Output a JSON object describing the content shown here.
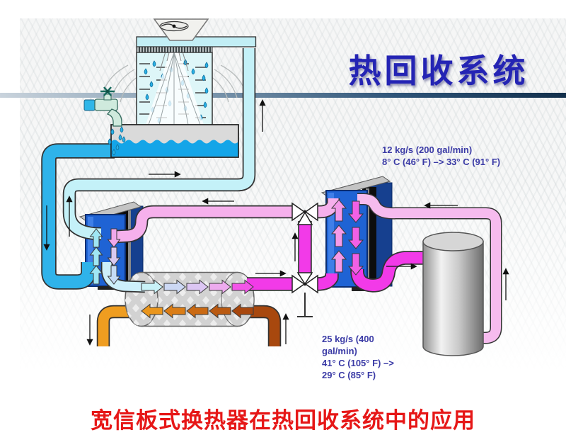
{
  "slide": {
    "title": "热回收系统",
    "caption": "宽信板式换热器在热回收系统中的应用",
    "flow_labels": {
      "cooling_water": {
        "line1": "12 kg/s (200 gal/min)",
        "line2": "8° C (46° F) –> 33° C (91° F)"
      },
      "recovered_water": {
        "line1": "25 kg/s (400",
        "line2": "gal/min)",
        "line3": "41° C (105° F) –>",
        "line4": "29° C (85° F)"
      }
    },
    "colors": {
      "title": "#2424b4",
      "caption": "#e61717",
      "annotation": "#3b3ba6",
      "cool_pipe": "#c4f1f8",
      "basin_pipe": "#2fb3ea",
      "warm_pipe": "#f6b0ec",
      "hot_pipe": "#f23ae8",
      "waste_hot_pipe": "#a8480e",
      "waste_cool_pipe": "#ef9d20",
      "exchanger_body": "#1f63d4",
      "rule_dark": "#16344f"
    }
  }
}
